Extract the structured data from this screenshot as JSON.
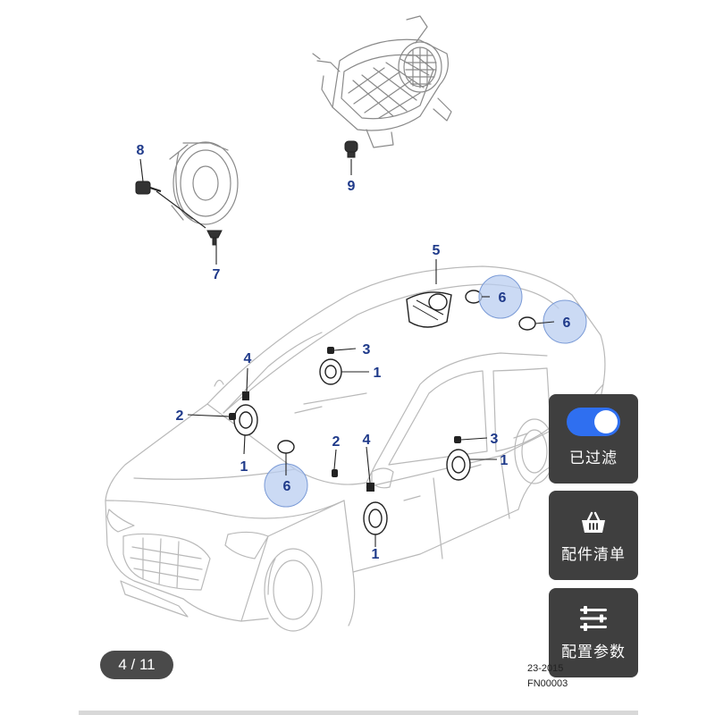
{
  "callouts": {
    "c1a": "1",
    "c1b": "1",
    "c1c": "1",
    "c1d": "1",
    "c2a": "2",
    "c2b": "2",
    "c3a": "3",
    "c3b": "3",
    "c4a": "4",
    "c4b": "4",
    "c5": "5",
    "c6a": "6",
    "c6b": "6",
    "c6c": "6",
    "c7": "7",
    "c8": "8",
    "c9": "9"
  },
  "side_buttons": {
    "filter_label": "已过滤",
    "filter_on": true,
    "parts_label": "配件清单",
    "config_label": "配置参数"
  },
  "pager": {
    "text": "4 / 11"
  },
  "drawing_ref": {
    "line1": "23-2015",
    "line2": "FN00003"
  },
  "colors": {
    "callout": "#1f3a8a",
    "highlight_fill": "#b9cdf0",
    "highlight_stroke": "#7a9ad6",
    "button_bg": "#3f3f3f",
    "toggle_on": "#2f6ff0"
  },
  "icons": {
    "basket": "shopping-basket-icon",
    "settings": "sliders-icon"
  }
}
